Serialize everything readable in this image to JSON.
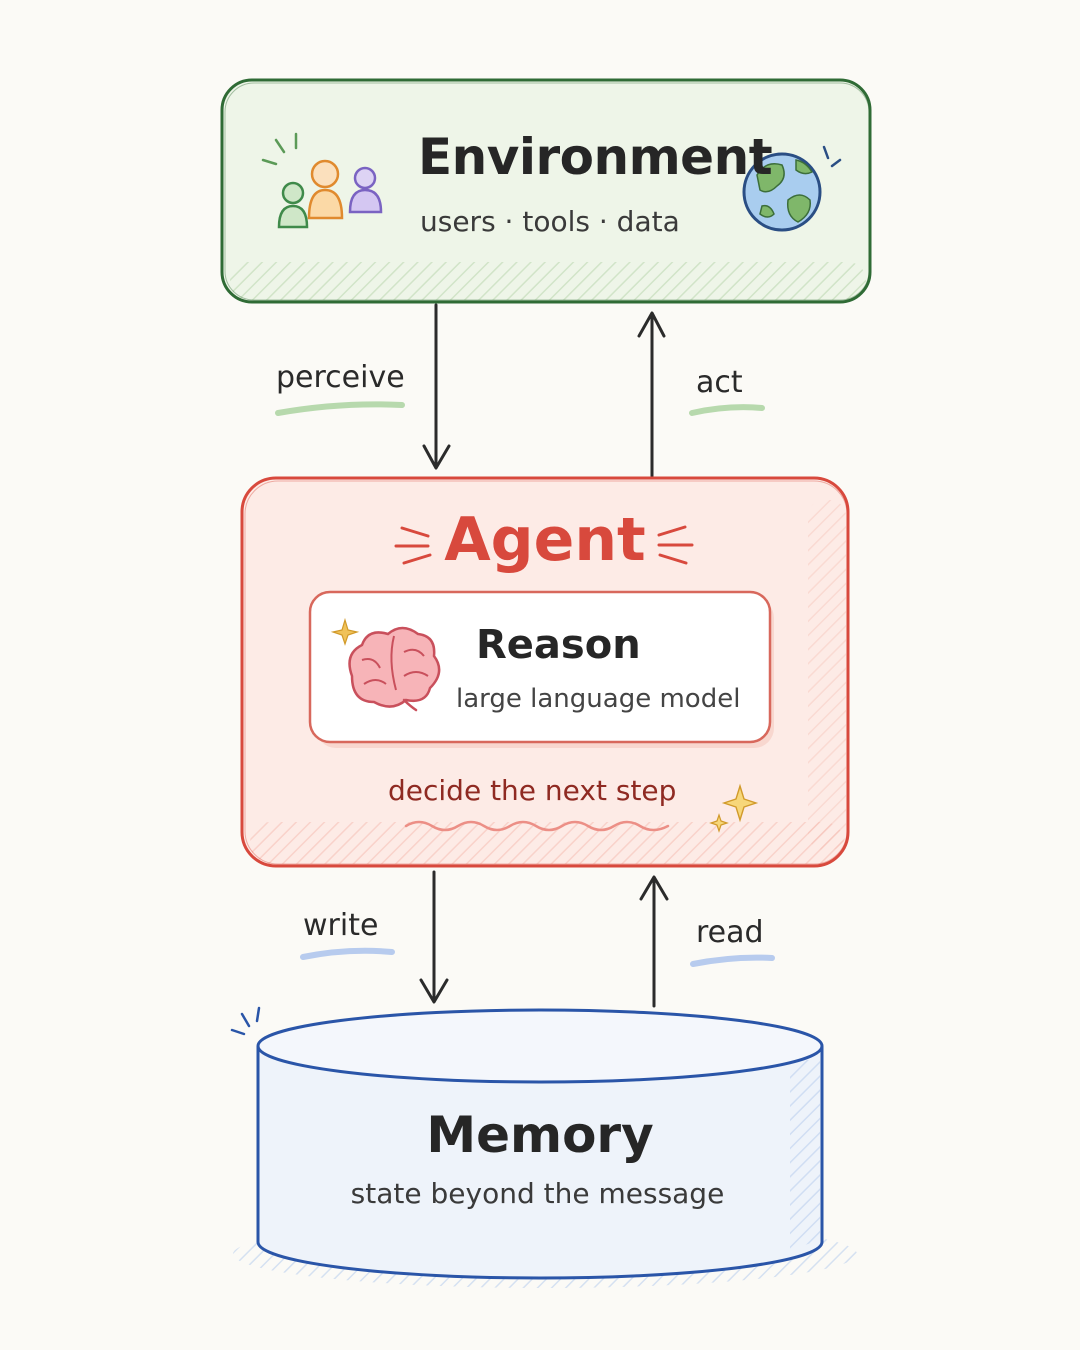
{
  "environment": {
    "title": "Environment",
    "subtitle": "users · tools · data",
    "icons": [
      "people-icon",
      "globe-icon"
    ],
    "color": "#2f6b35",
    "fill": "#eef5e8"
  },
  "edges": {
    "perceive": "perceive",
    "act": "act",
    "write": "write",
    "read": "read"
  },
  "agent": {
    "title": "Agent",
    "color": "#d8493d",
    "fill": "#fdebe6",
    "reason": {
      "title": "Reason",
      "subtitle": "large language model",
      "icon": "brain-icon"
    },
    "note": "decide the next step"
  },
  "memory": {
    "title": "Memory",
    "subtitle": "state beyond the message",
    "color": "#2a55a8",
    "fill": "#eef3fa"
  }
}
